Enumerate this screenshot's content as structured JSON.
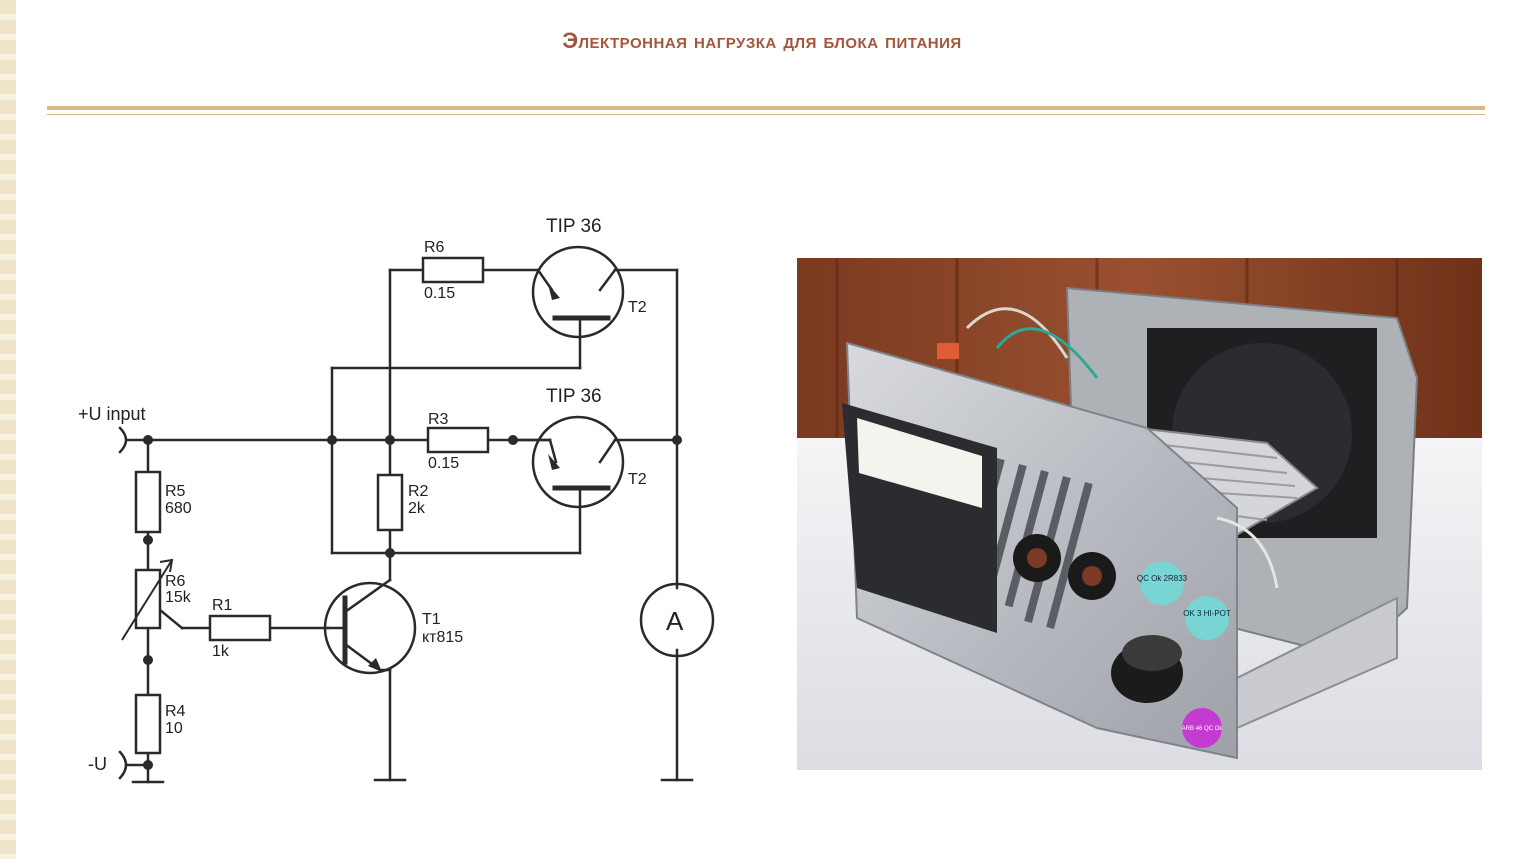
{
  "slide": {
    "title": "Электронная нагрузка для блока питания"
  },
  "schematic": {
    "labels": {
      "u_input": "+U input",
      "u_minus": "-U",
      "r6_top_name": "R6",
      "r6_top_value": "0.15",
      "r3_name": "R3",
      "r3_value": "0.15",
      "r2_name": "R2",
      "r2_value": "2k",
      "r5_name": "R5",
      "r5_value": "680",
      "r6_pot_name": "R6",
      "r6_pot_value": "15k",
      "r1_name": "R1",
      "r1_value": "1k",
      "r4_name": "R4",
      "r4_value": "10",
      "t2_top_model": "TIP 36",
      "t2_top_name": "T2",
      "t2_mid_model": "TIP 36",
      "t2_mid_name": "T2",
      "t1_name": "T1",
      "t1_model": "кт815",
      "ammeter": "A"
    }
  },
  "photo": {
    "stickers": {
      "s1": "QC Ok 2R833",
      "s2": "OK 3 HI-POT",
      "s3": "ARB 46 QC Ok"
    }
  },
  "colors": {
    "title": "#a4553a",
    "rule": "#d8b98c",
    "strip": "#efe4c8"
  }
}
